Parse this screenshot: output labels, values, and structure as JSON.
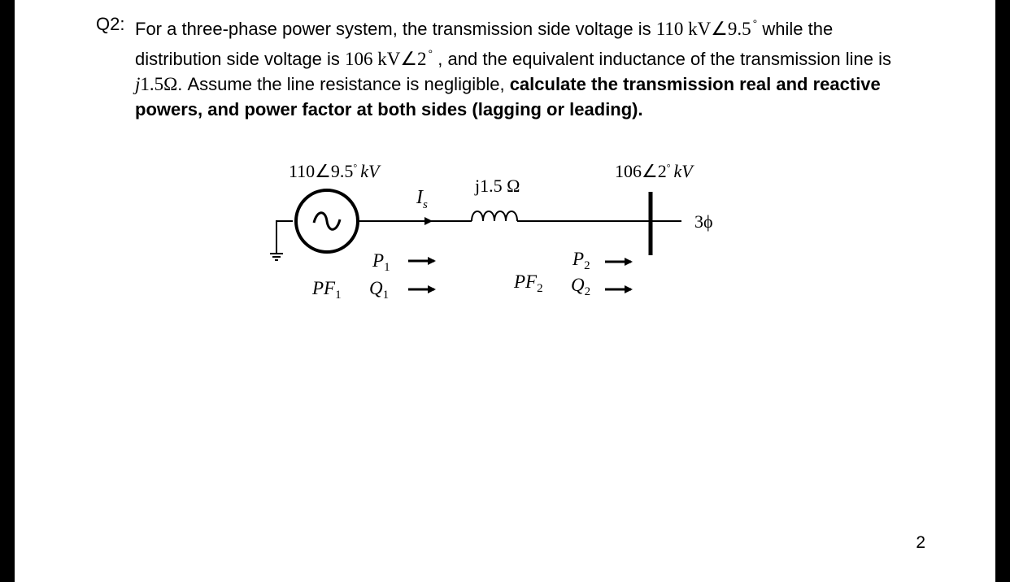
{
  "question": {
    "label": "Q2:",
    "text_part1": "For a three-phase power system, the transmission side voltage is",
    "v1_mag": "110 kV",
    "v1_angle": "9.5",
    "text_part2": "while the distribution side voltage is",
    "v2_mag": "106 kV",
    "v2_angle": "2",
    "text_part3": ", and the equivalent inductance of the transmission line is",
    "reactance_j": "j",
    "reactance_value": "1.5Ω",
    "text_part4": ". Assume the line resistance is negligible,",
    "bold_text": "calculate the transmission real and reactive powers, and power factor at both sides (lagging or leading)."
  },
  "diagram": {
    "v1_label": "110∠9.5",
    "v1_unit": "kV",
    "v2_label": "106∠2",
    "v2_unit": "kV",
    "impedance_label": "j1.5 Ω",
    "current_label": "I",
    "current_sub": "s",
    "p1": "P",
    "p1_sub": "1",
    "q1": "Q",
    "q1_sub": "1",
    "pf1": "PF",
    "pf1_sub": "1",
    "p2": "P",
    "p2_sub": "2",
    "q2": "Q",
    "q2_sub": "2",
    "pf2": "PF",
    "pf2_sub": "2",
    "phase_label": "3ϕ"
  },
  "page_number": "2"
}
